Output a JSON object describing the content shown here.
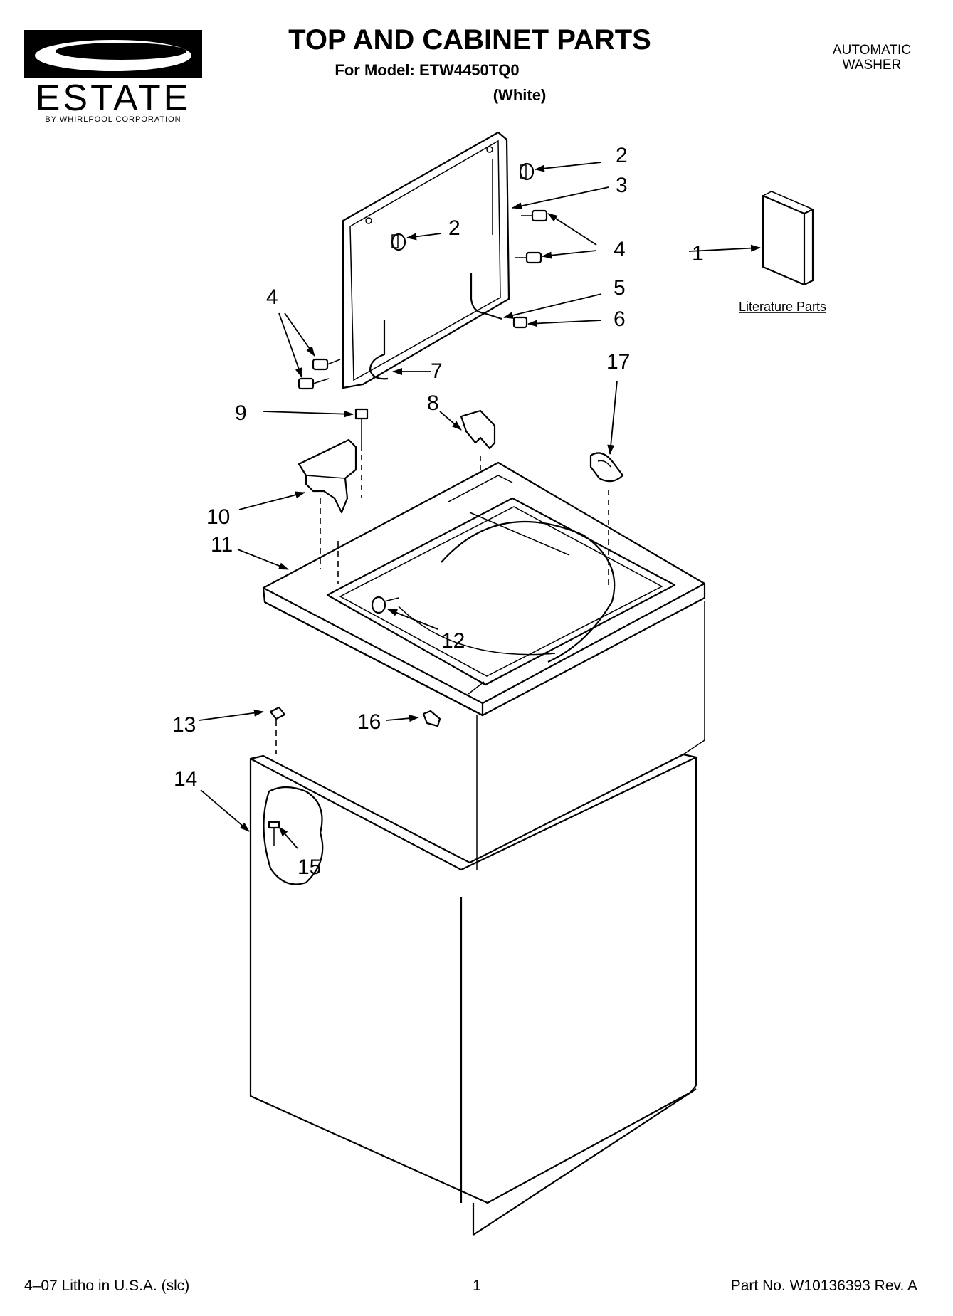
{
  "header": {
    "brand_word": "ESTATE",
    "brand_sub": "BY WHIRLPOOL CORPORATION",
    "title": "TOP AND CABINET PARTS",
    "model_line": "For Model: ETW4450TQ0",
    "color_line": "(White)",
    "category": "AUTOMATIC WASHER"
  },
  "literature": {
    "label": "Literature Parts"
  },
  "callouts": {
    "c1": "1",
    "c2a": "2",
    "c2b": "2",
    "c3": "3",
    "c4a": "4",
    "c4b": "4",
    "c5": "5",
    "c6": "6",
    "c7": "7",
    "c8": "8",
    "c9": "9",
    "c10": "10",
    "c11": "11",
    "c12": "12",
    "c13": "13",
    "c14": "14",
    "c15": "15",
    "c16": "16",
    "c17": "17"
  },
  "footer": {
    "left": "4–07 Litho in U.S.A. (slc)",
    "center": "1",
    "right": "Part No. W10136393 Rev. A"
  }
}
